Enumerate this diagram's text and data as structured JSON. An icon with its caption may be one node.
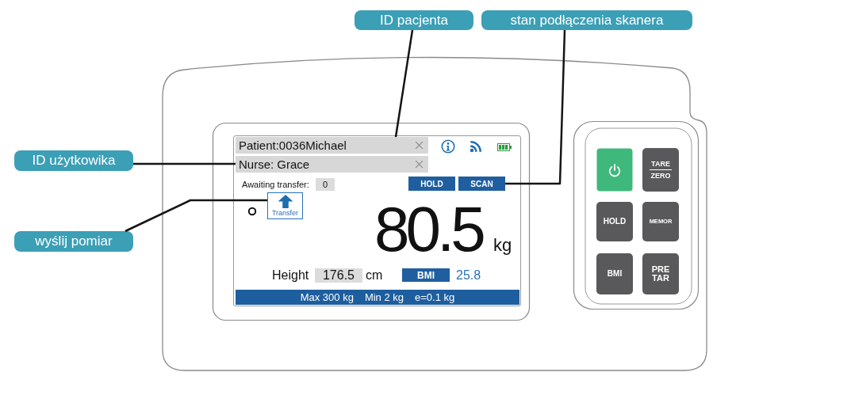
{
  "diagram": {
    "nodes": [
      {
        "text": [
          "ID pacjenta"
        ]
      },
      {
        "text": [
          "stan podłączenia skanera"
        ]
      },
      {
        "text": [
          "ID użytkowika"
        ]
      },
      {
        "text": [
          "wyślij pomiar"
        ]
      },
      {
        "text": [],
        "shape": "box"
      },
      {
        "text": [],
        "shape": "box",
        "in": 4
      },
      {
        "text": [
          "Patient:0036Michael"
        ],
        "in": 5
      },
      {
        "text": [
          "Nurse: Grace"
        ],
        "in": 5
      },
      {
        "text": [
          "0"
        ],
        "beside": [
          "Awaiting transfer:"
        ],
        "in": 5
      },
      {
        "text": [
          "HOLD"
        ],
        "in": 5
      },
      {
        "text": [
          "SCAN"
        ],
        "in": 5
      },
      {
        "text": [
          "Transfer"
        ],
        "in": 5
      },
      {
        "text": [
          "176.5"
        ],
        "beside": [
          "Height",
          "cm"
        ],
        "in": 5
      },
      {
        "text": [
          "BMI"
        ],
        "beside": [
          "25.8"
        ],
        "in": 5
      },
      {
        "text": [
          "Max 300 kg",
          "Min 2 kg",
          "e=0.1 kg"
        ],
        "in": 5
      },
      {
        "text": [],
        "shape": "box",
        "in": 4
      },
      {
        "text": [],
        "shape": "box",
        "in": 15
      },
      {
        "text": [
          "TARE",
          "ZERO"
        ],
        "in": 15
      },
      {
        "text": [
          "HOLD"
        ],
        "in": 15
      },
      {
        "text": [
          "MEMOR"
        ],
        "in": 15
      },
      {
        "text": [
          "BMI"
        ],
        "in": 15
      },
      {
        "text": [
          "PRE TAR"
        ],
        "in": 15
      }
    ],
    "edges": [
      {
        "from": 0,
        "to": 6,
        "arrow": "none"
      },
      {
        "from": 1,
        "to": 10,
        "arrow": "none"
      },
      {
        "from": 2,
        "to": 7,
        "arrow": "none"
      },
      {
        "from": 3,
        "to": 11,
        "arrow": "none"
      }
    ],
    "labels": [
      "80.5",
      "kg"
    ]
  }
}
